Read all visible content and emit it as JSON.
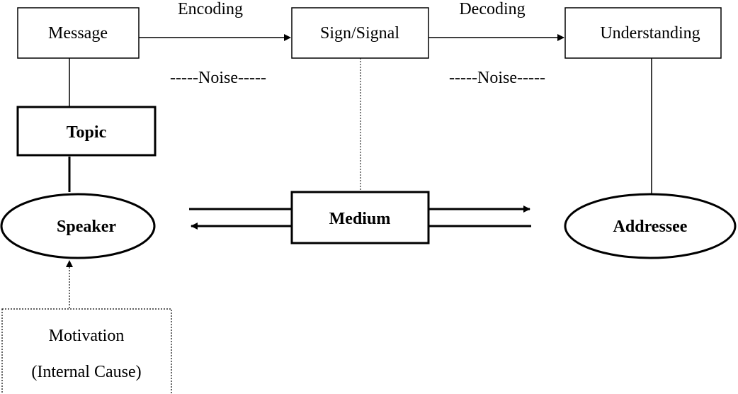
{
  "nodes": {
    "message": "Message",
    "sign_signal": "Sign/Signal",
    "understanding": "Understanding",
    "topic": "Topic",
    "speaker": "Speaker",
    "medium": "Medium",
    "addressee": "Addressee",
    "motivation_line1": "Motivation",
    "motivation_line2": "(Internal Cause)"
  },
  "edges": {
    "encoding": "Encoding",
    "decoding": "Decoding"
  },
  "annotations": {
    "noise_left": "-----Noise-----",
    "noise_right": "-----Noise-----"
  }
}
